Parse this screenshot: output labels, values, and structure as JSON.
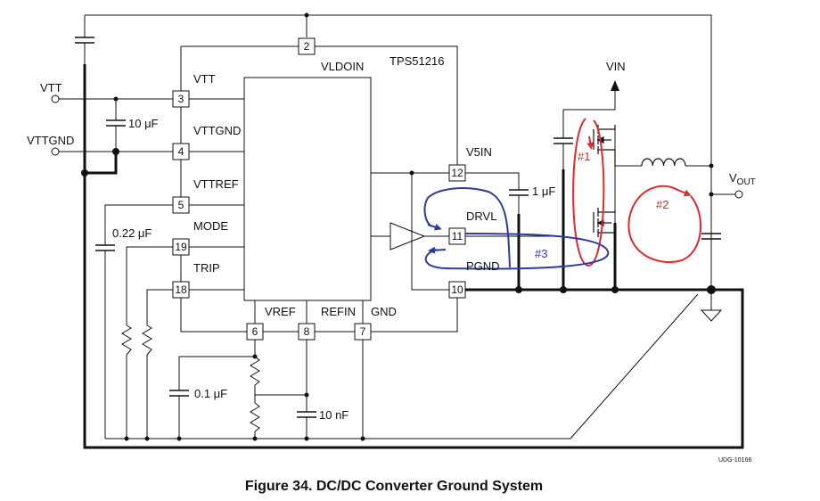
{
  "chip": {
    "part": "TPS51216",
    "pin_names": {
      "vtt": "VTT",
      "vttgnd": "VTTGND",
      "vttref": "VTTREF",
      "mode": "MODE",
      "trip": "TRIP",
      "vldoin": "VLDOIN",
      "v5in": "V5IN",
      "drvl": "DRVL",
      "pgnd": "PGND",
      "vref": "VREF",
      "refin": "REFIN",
      "gnd": "GND"
    },
    "pin_numbers": {
      "p2": "2",
      "p3": "3",
      "p4": "4",
      "p5": "5",
      "p19": "19",
      "p18": "18",
      "p12": "12",
      "p11": "11",
      "p10": "10",
      "p6": "6",
      "p8": "8",
      "p7": "7"
    }
  },
  "external": {
    "vtt_terminal": "VTT",
    "vttgnd_terminal": "VTTGND",
    "vin": "VIN",
    "vout_main": "V",
    "vout_sub": "OUT"
  },
  "components": {
    "cap_vtt": "10 μF",
    "cap_v5in": "1 μF",
    "cap_vttref": "0.22 μF",
    "cap_vref": "0.1 μF",
    "cap_refin": "10 nF"
  },
  "loops": {
    "loop1": "#1",
    "loop2": "#2",
    "loop3": "#3"
  },
  "colors": {
    "loop_red": "#e0282f",
    "loop_blue": "#2b3b9c",
    "wire": "#111111"
  },
  "caption": "Figure 34.  DC/DC Converter Ground System",
  "drawing_id": "UDG-10166"
}
